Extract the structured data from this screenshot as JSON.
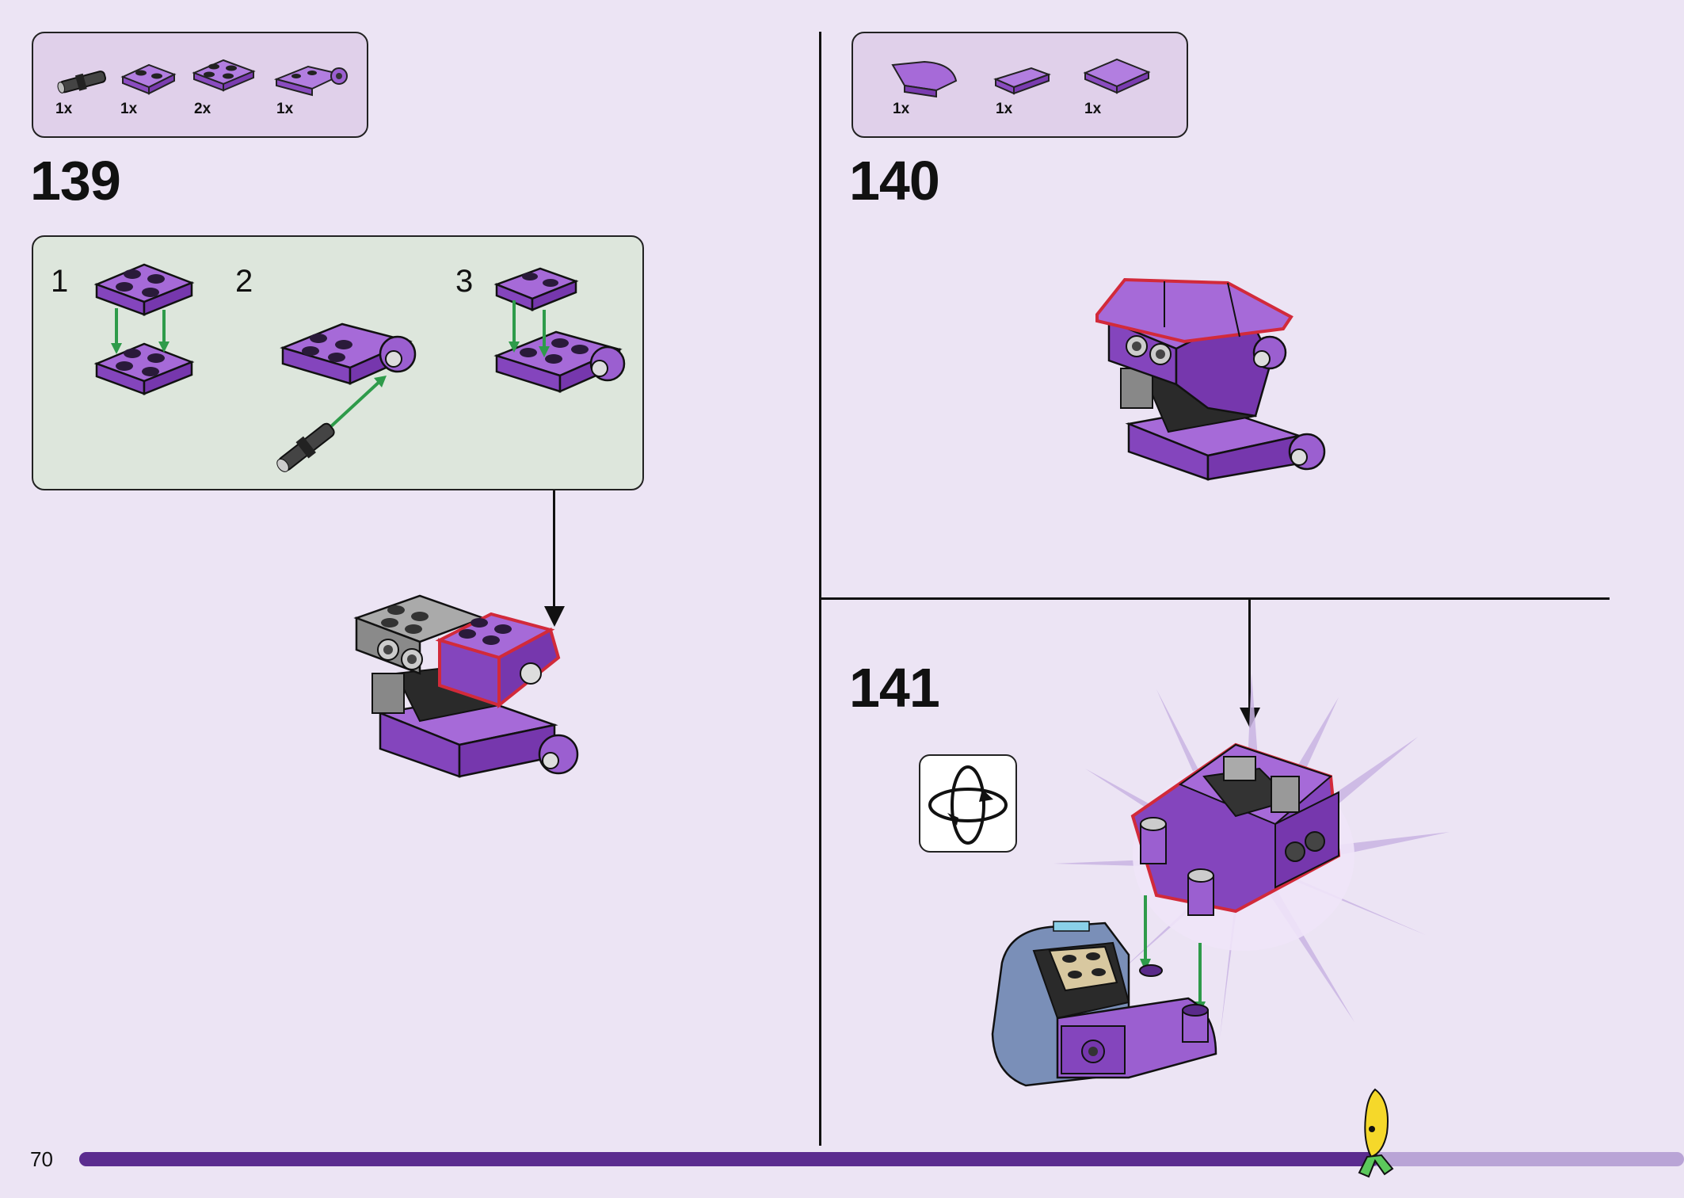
{
  "page": {
    "number": "70",
    "progress": 0.81
  },
  "step139": {
    "number": "139",
    "parts": [
      {
        "qty": "1x",
        "icon": "pin-connector-icon"
      },
      {
        "qty": "1x",
        "icon": "plate-2x2-icon"
      },
      {
        "qty": "2x",
        "icon": "plate-2x2-icon"
      },
      {
        "qty": "1x",
        "icon": "plate-with-pin-hole-icon"
      }
    ],
    "substeps": [
      "1",
      "2",
      "3"
    ]
  },
  "step140": {
    "number": "140",
    "parts": [
      {
        "qty": "1x",
        "icon": "curved-slope-icon"
      },
      {
        "qty": "1x",
        "icon": "tile-1x2-icon"
      },
      {
        "qty": "1x",
        "icon": "tile-2x2-icon"
      }
    ]
  },
  "step141": {
    "number": "141",
    "rotate_icon": "rotate-model-icon"
  },
  "colors": {
    "background": "#ece4f4",
    "brick_purple": "#9b5fd0",
    "progress_fill": "#5b2c8f",
    "progress_track": "#b9a4d6",
    "highlight": "#d22a3a",
    "arrow_green": "#2e9b4a",
    "sub_panel": "#dde6dc"
  }
}
